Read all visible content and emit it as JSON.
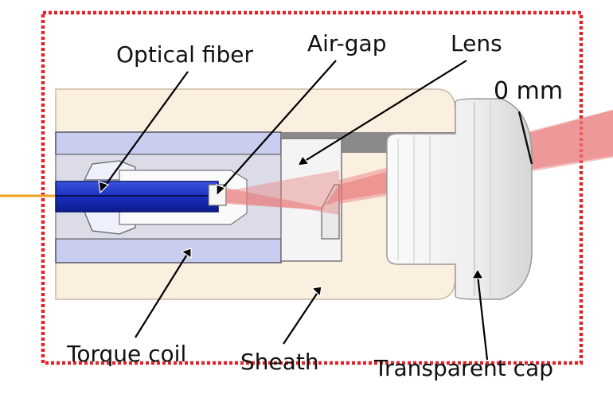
{
  "labels": {
    "optical_fiber": "Optical fiber",
    "air_gap": "Air-gap",
    "lens": "Lens",
    "distance": "0 mm",
    "torque_coil": "Torque coil",
    "sheath": "Sheath",
    "transparent_cap": "Transparent cap"
  },
  "colors": {
    "frame_border": "#e0242b",
    "sheath": "#fbefe0",
    "sheath_edge": "#c9b8a4",
    "torque_coil": "#c9cdf0",
    "torque_coil_edge": "#555566",
    "inner_bore": "#dcdce8",
    "fiber_core": "#1a2fc0",
    "fiber_dark": "#0a1670",
    "fiber_cable": "#f0a020",
    "lens_body": "#f4f4f4",
    "gray_wall": "#8a8a8a",
    "beam": "#e87878",
    "cap_body": "#f2f2f2",
    "cap_edge": "#9a9a9a"
  }
}
